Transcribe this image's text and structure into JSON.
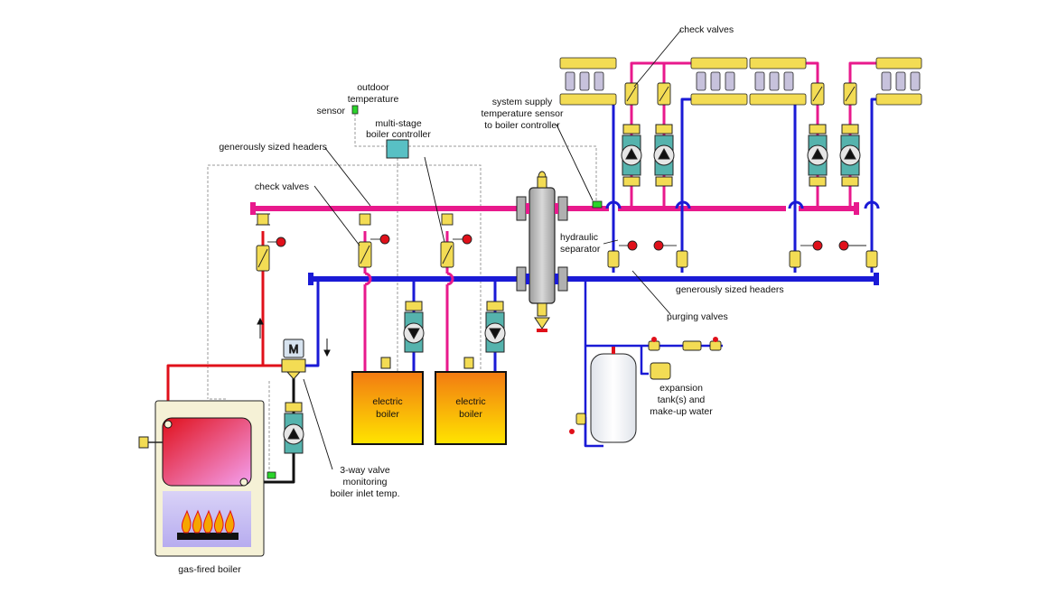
{
  "labels": {
    "outdoor_sensor": [
      "outdoor",
      "temperature",
      "sensor"
    ],
    "controller": [
      "multi-stage",
      "boiler controller"
    ],
    "headers_top": "generously sized headers",
    "check_valves_left": "check valves",
    "check_valves_top": "check valves",
    "supply_sensor": [
      "system supply",
      "temperature sensor",
      "to boiler controller"
    ],
    "hydraulic_separator": [
      "hydraulic",
      "separator"
    ],
    "headers_bottom": "generously sized headers",
    "purging_valves": "purging valves",
    "expansion_tank": [
      "expansion",
      "tank(s) and",
      "make-up water"
    ],
    "three_way_valve": [
      "3-way valve",
      "monitoring",
      "boiler inlet temp."
    ],
    "gas_boiler": "gas-fired boiler",
    "electric_boiler_1": [
      "electric",
      "boiler"
    ],
    "electric_boiler_2": [
      "electric",
      "boiler"
    ],
    "motor": "M"
  },
  "colors": {
    "supply_pipe": "#e8198c",
    "return_pipe": "#1a1ad6",
    "boiler_supply": "#e0101a",
    "boiler_return": "#111111",
    "separator": "#b8b8b8",
    "electric_boiler_fill": "#f59a12",
    "gas_boiler_body": "#f5f1d6",
    "gas_boiler_hx": "#e0101a",
    "valve_brass": "#f3dc54",
    "pump_body": "#55b3ad",
    "controller": "#58c0c4",
    "sensor": "#2bd42b",
    "control_wire": "#9a9a9a"
  }
}
